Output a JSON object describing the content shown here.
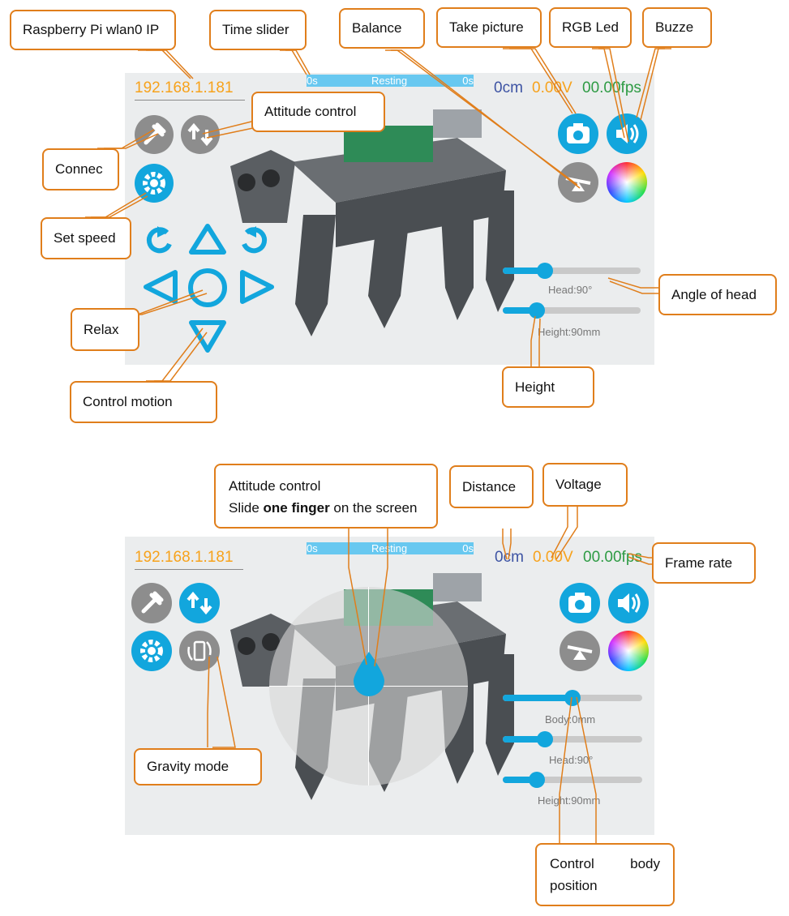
{
  "screen1": {
    "ip": "192.168.1.181",
    "timebar": {
      "left": "0s",
      "center": "Resting",
      "right": "0s"
    },
    "distance": "0cm",
    "voltage": "0.00V",
    "fps": "00.00fps",
    "sliders": {
      "head_label": "Head:90°",
      "height_label": "Height:90mm"
    }
  },
  "screen2": {
    "ip": "192.168.1.181",
    "timebar": {
      "left": "0s",
      "center": "Resting",
      "right": "0s"
    },
    "distance": "0cm",
    "voltage": "0.00V",
    "fps": "00.00fps",
    "sliders": {
      "body_label": "Body:0mm",
      "head_label": "Head:90°",
      "height_label": "Height:90mm"
    }
  },
  "callouts": {
    "ip": "Raspberry Pi wlan0 IP",
    "time_slider": "Time slider",
    "balance": "Balance",
    "take_picture": "Take picture",
    "rgb_led": "RGB Led",
    "buzzer": "Buzze",
    "attitude_control": "Attitude control",
    "connect": "Connec",
    "set_speed": "Set speed",
    "relax": "Relax",
    "control_motion": "Control motion",
    "angle_of_head": "Angle of head",
    "height": "Height",
    "attitude_control_2_title": "Attitude control",
    "attitude_control_2_pre": "Slide ",
    "attitude_control_2_bold": "one finger",
    "attitude_control_2_post": " on the screen",
    "distance": "Distance",
    "voltage": "Voltage",
    "frame_rate": "Frame rate",
    "gravity_mode": "Gravity mode",
    "control_body_word1": "Control",
    "control_body_word2": "body",
    "control_body_word3": "position"
  },
  "colors": {
    "accent_blue": "#12a6dd",
    "button_gray": "#8d8d8d",
    "ip_orange": "#f7a21b",
    "distance_blue": "#3d53a3",
    "fps_green": "#2e9b44",
    "callout_border": "#e07e1b",
    "timebar_blue": "#68c8f0"
  }
}
